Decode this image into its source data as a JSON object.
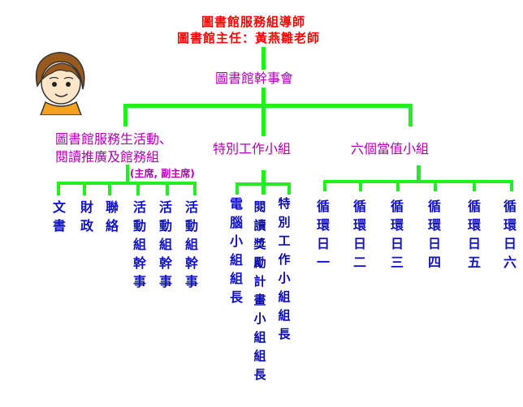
{
  "header": {
    "title": "圖書館服務組導師",
    "subtitle": "圖書館主任：黃燕雛老師"
  },
  "root": {
    "label": "圖書館幹事會"
  },
  "branches": [
    {
      "label_line1": "圖書館服務生活動、",
      "label_line2": "閱讀推廣及館務組",
      "note": "(主席, 副主席)"
    },
    {
      "label": "特別工作小組"
    },
    {
      "label": "六個當值小組"
    }
  ],
  "group1_members": [
    "文書",
    "財政",
    "聯絡",
    "活動組幹事",
    "活動組幹事",
    "活動組幹事"
  ],
  "group2_members": [
    "電腦小組組長",
    "閱讀獎勵計畫小組組長",
    "特別工作小組組長"
  ],
  "group3_members": [
    "循環日一",
    "循環日二",
    "循環日三",
    "循環日四",
    "循環日五",
    "循環日六"
  ],
  "colors": {
    "line": "#22ee22",
    "title": "#ff0000",
    "branch": "#b000b0",
    "leaf": "#1010c8"
  },
  "icons": {
    "avatar": "girl-cartoon-icon"
  }
}
